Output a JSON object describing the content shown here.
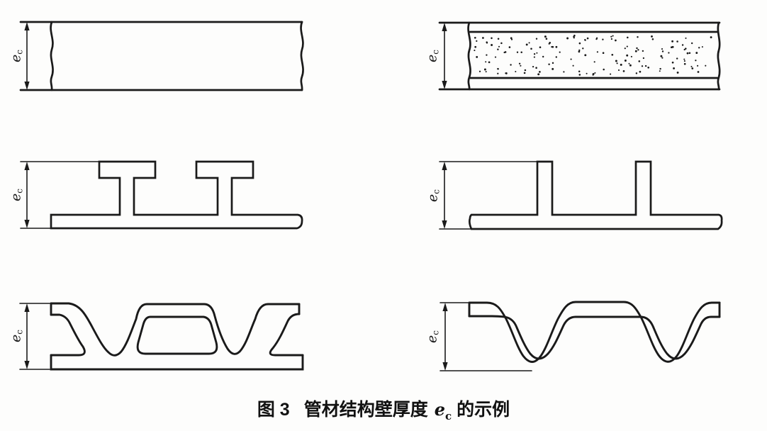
{
  "page": {
    "background_color": "#fdfdfc",
    "line_color": "#1a1a1a"
  },
  "dim_label": {
    "symbol": "e",
    "sub": "c"
  },
  "caption": {
    "figure_no": "图 3",
    "title_pre": "管材结构壁厚度",
    "symbol": "e",
    "symbol_sub": "c",
    "title_post": "的示例"
  },
  "panels": [
    {
      "name": "solid-wall-section"
    },
    {
      "name": "foam-core-wall-section"
    },
    {
      "name": "t-rib-wall-section"
    },
    {
      "name": "rib-wall-section"
    },
    {
      "name": "corrugated-hollow-wall-section"
    },
    {
      "name": "corrugated-wall-section"
    }
  ]
}
